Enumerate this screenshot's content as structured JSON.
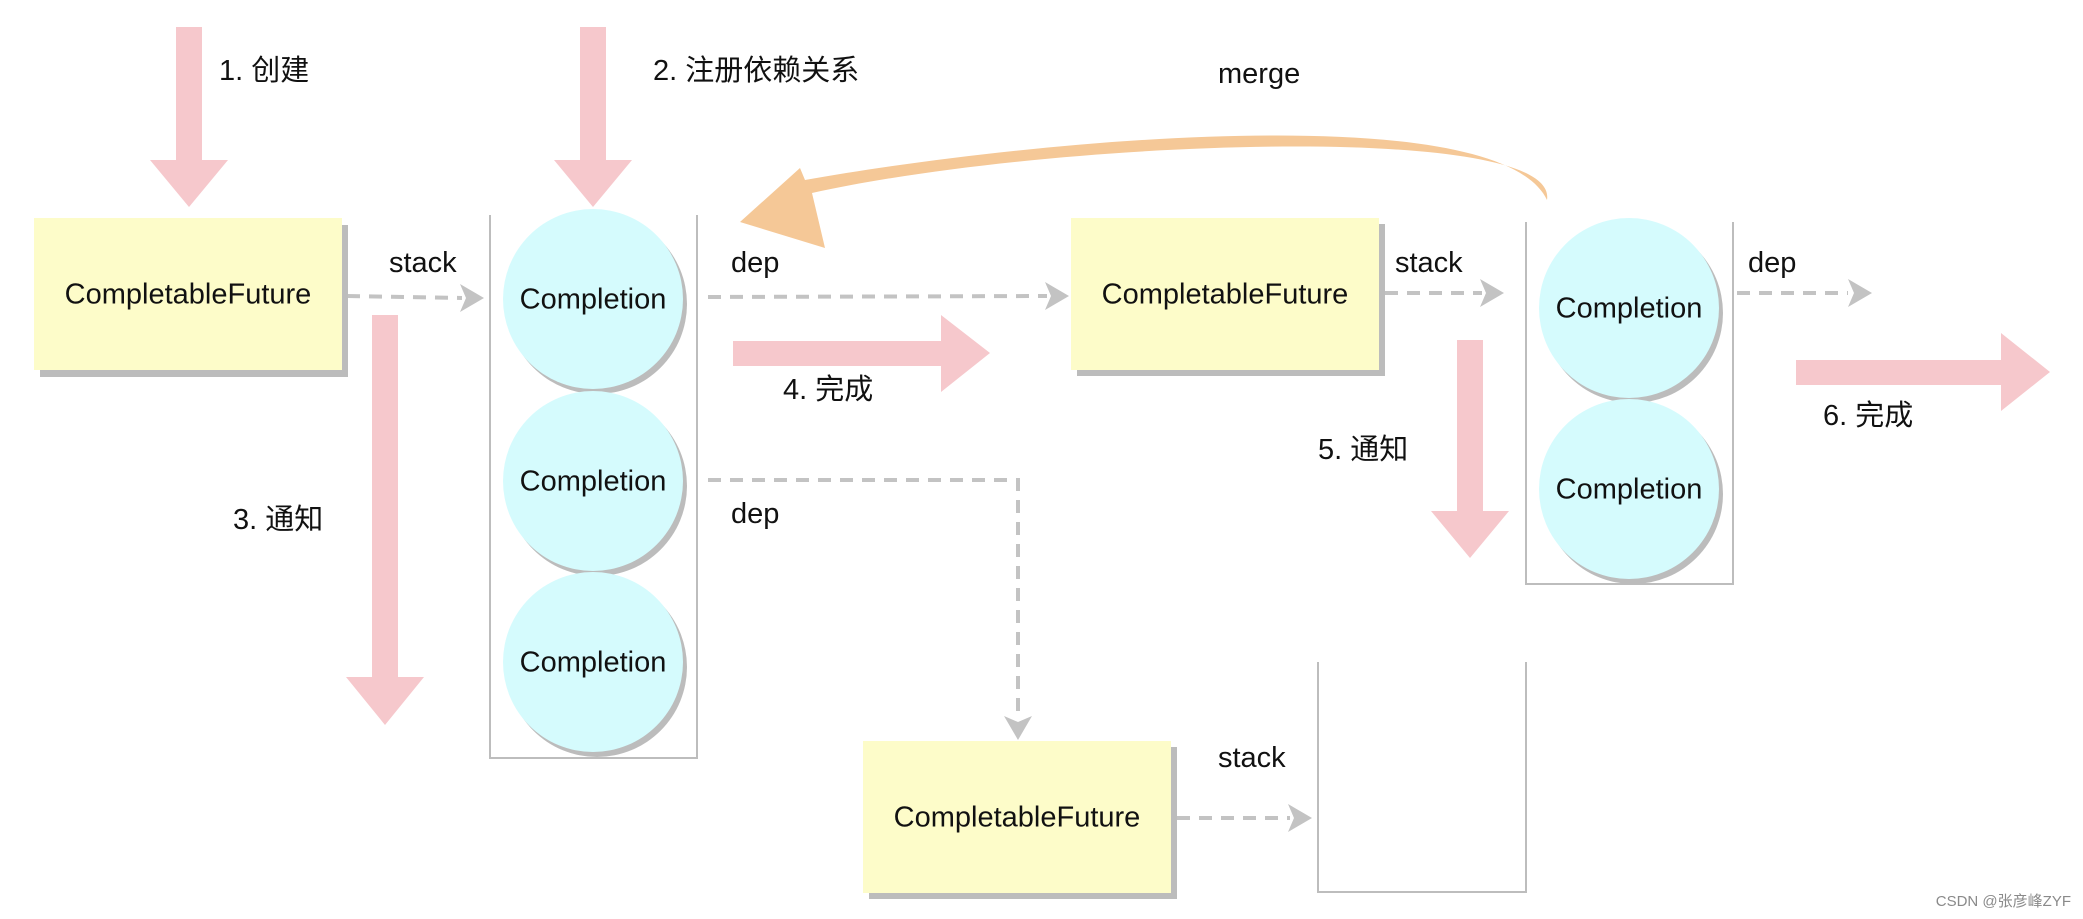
{
  "labels": {
    "step1": "1. 创建",
    "step2": "2. 注册依赖关系",
    "step3": "3. 通知",
    "step4": "4. 完成",
    "step5": "5. 通知",
    "step6": "6. 完成",
    "merge": "merge",
    "stack": "stack",
    "dep": "dep"
  },
  "nodes": {
    "future": "CompletableFuture",
    "completion": "Completion"
  },
  "watermark": "CSDN @张彦峰ZYF",
  "colors": {
    "future_fill": "#fdfcc9",
    "completion_fill": "#d5fbfd",
    "flow_arrow": "#f6c8cc",
    "merge_arrow": "#f5c897",
    "dashed": "#c3c3c3",
    "stack_border": "#bdbdbd",
    "shadow": "#bcbcbc"
  }
}
